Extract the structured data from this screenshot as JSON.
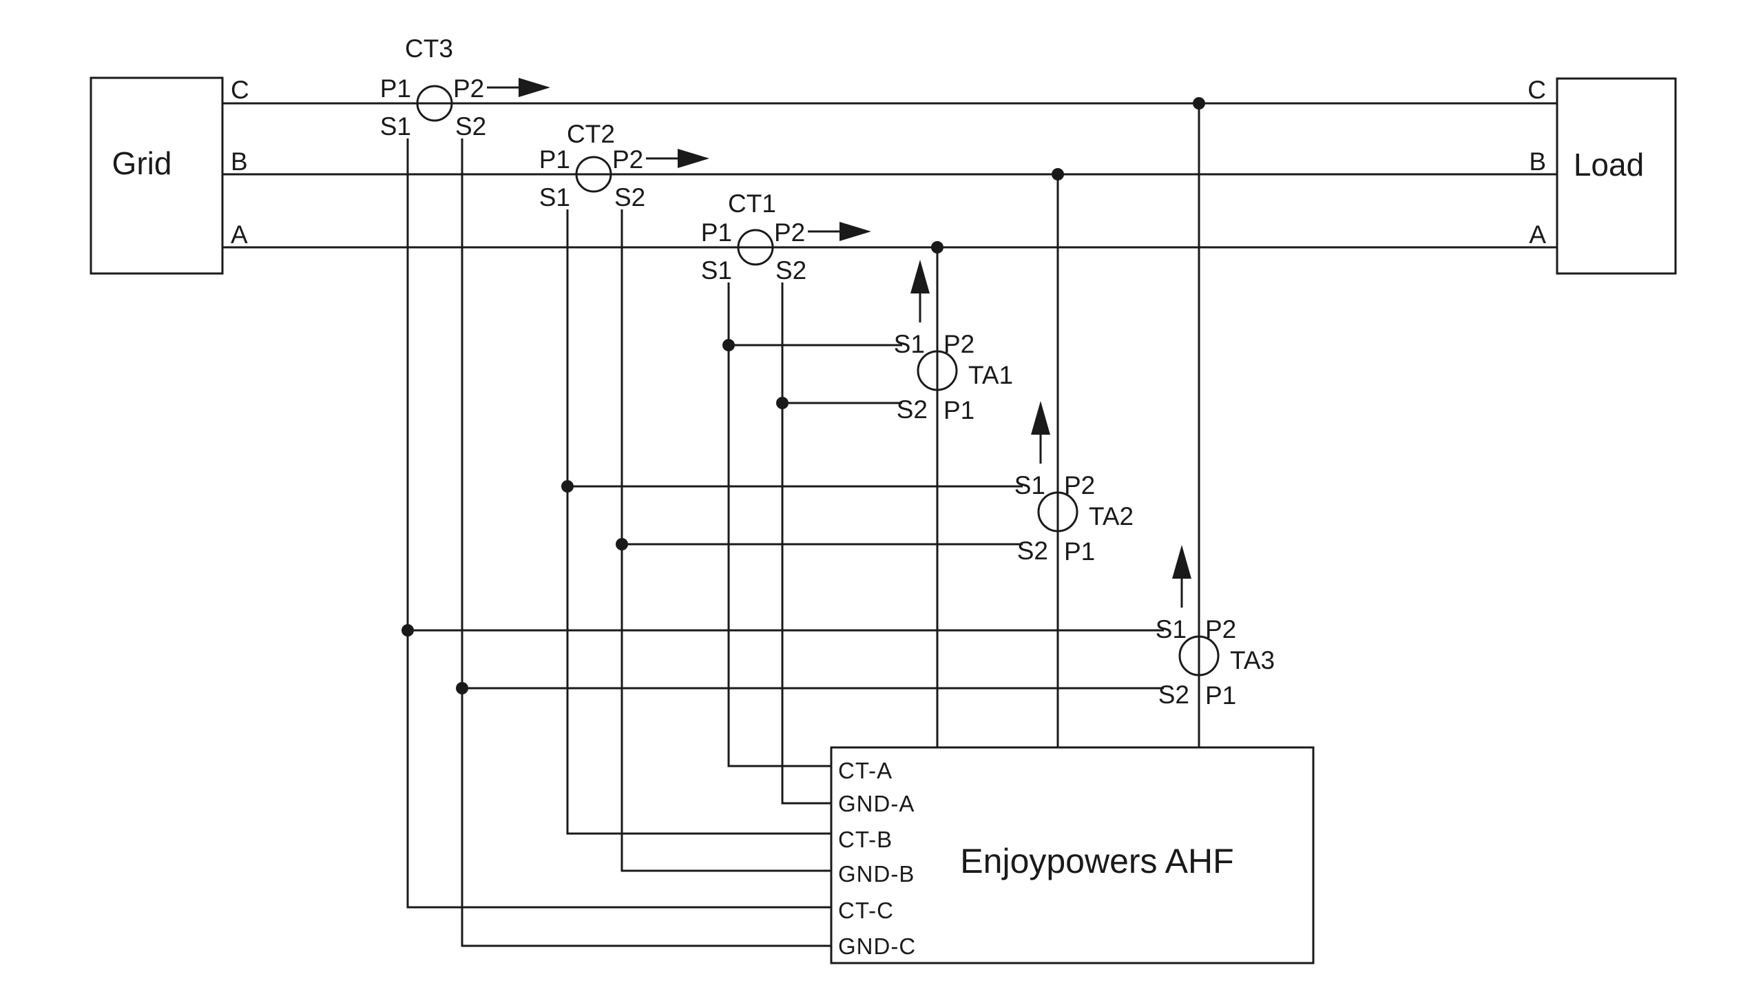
{
  "colors": {
    "ink": "#1a1a1a",
    "background": "#ffffff"
  },
  "grid_box": {
    "label": "Grid"
  },
  "load_box": {
    "label": "Load"
  },
  "ahf_box": {
    "label": "Enjoypowers AHF"
  },
  "phase_labels_left": [
    "C",
    "B",
    "A"
  ],
  "phase_labels_right": [
    "C",
    "B",
    "A"
  ],
  "cts": [
    {
      "name": "CT3",
      "p1": "P1",
      "p2": "P2",
      "s1": "S1",
      "s2": "S2"
    },
    {
      "name": "CT2",
      "p1": "P1",
      "p2": "P2",
      "s1": "S1",
      "s2": "S2"
    },
    {
      "name": "CT1",
      "p1": "P1",
      "p2": "P2",
      "s1": "S1",
      "s2": "S2"
    }
  ],
  "tas": [
    {
      "name": "TA1",
      "s1": "S1",
      "s2": "S2",
      "p1": "P1",
      "p2": "P2"
    },
    {
      "name": "TA2",
      "s1": "S1",
      "s2": "S2",
      "p1": "P1",
      "p2": "P2"
    },
    {
      "name": "TA3",
      "s1": "S1",
      "s2": "S2",
      "p1": "P1",
      "p2": "P2"
    }
  ],
  "ahf_terminals": {
    "ct_a": "CT-A",
    "gnd_a": "GND-A",
    "ct_b": "CT-B",
    "gnd_b": "GND-B",
    "ct_c": "CT-C",
    "gnd_c": "GND-C"
  }
}
